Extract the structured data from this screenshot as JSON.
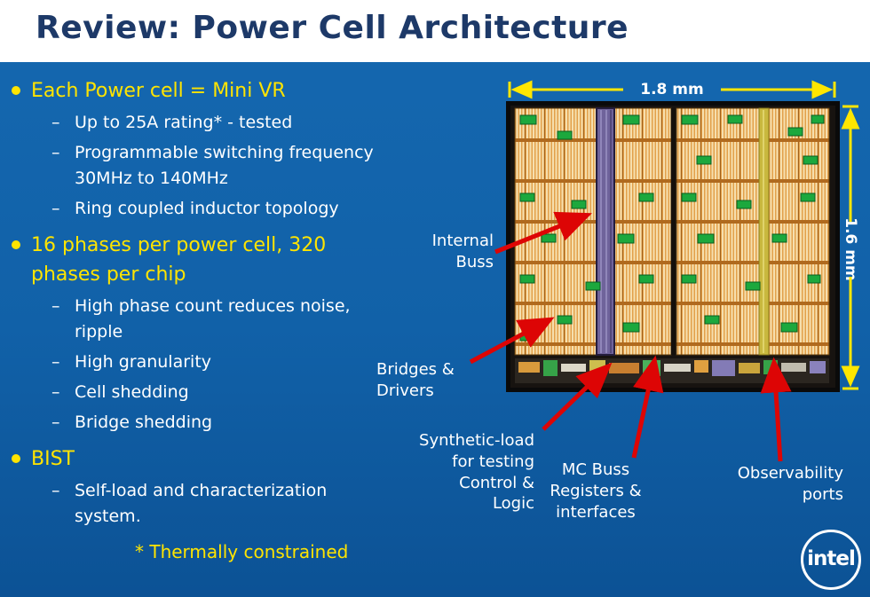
{
  "title": "Review: Power Cell Architecture",
  "bullets": [
    {
      "label": "Each Power cell = Mini VR",
      "subs": [
        "Up to 25A rating* - tested",
        "Programmable switching frequency\n30MHz to 140MHz",
        "Ring coupled inductor topology"
      ]
    },
    {
      "label": "16 phases per power cell, 320\nphases per chip",
      "subs": [
        "High phase count reduces noise,\nripple",
        "High granularity",
        "Cell shedding",
        "Bridge shedding"
      ]
    },
    {
      "label": "BIST",
      "subs": [
        "Self-load and characterization\nsystem."
      ]
    }
  ],
  "footnote": "* Thermally constrained",
  "diagram": {
    "width_label": "1.8 mm",
    "height_label": "1.6 mm",
    "annotations": [
      {
        "id": "internal-buss",
        "label": "Internal\nBuss"
      },
      {
        "id": "bridges-drivers",
        "label": "Bridges &\nDrivers"
      },
      {
        "id": "synthetic-load",
        "label": "Synthetic-load\nfor testing\nControl &\nLogic"
      },
      {
        "id": "mc-buss",
        "label": "MC Buss\nRegisters &\ninterfaces"
      },
      {
        "id": "observability-ports",
        "label": "Observability\nports"
      }
    ]
  },
  "logo": {
    "text": "intel"
  },
  "colors": {
    "slide_blue": "#1161a8",
    "title_navy": "#1d3968",
    "highlight_yellow": "#ffe400",
    "arrow_red": "#dd0505",
    "body_text": "#ffffff"
  }
}
